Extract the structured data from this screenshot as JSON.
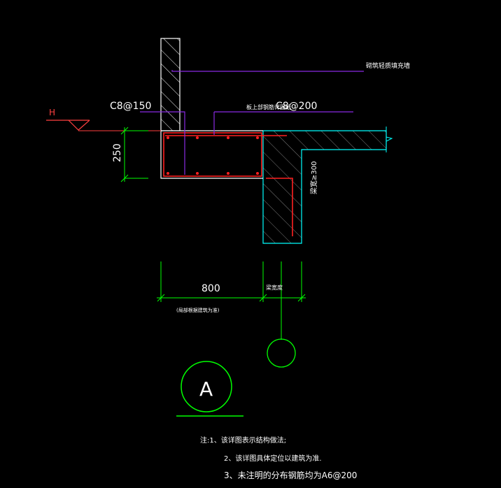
{
  "labels": {
    "wall_note": "砌筑轻质填充墙",
    "rebar_left": "C8@150",
    "rebar_top_prefix": "板上部钢筋详图纸",
    "rebar_top": "C8@200",
    "level_mark": "H",
    "height_dim": "250",
    "beam_side": "梁宽≥300",
    "width_dim": "800",
    "width_note": "(局部根据建筑为准)",
    "beam_width": "梁宽度",
    "section_letter": "A"
  },
  "notes": {
    "n1": "注:1、该详图表示结构做法;",
    "n2": "2、该详图具体定位以建筑为准.",
    "n3": "3、未注明的分布钢筋均为A6@200"
  },
  "colors": {
    "background": "#000000",
    "wall": "#ffffff",
    "rebar": "#ff2020",
    "leader": "#8a2be2",
    "dimension": "#00ff00",
    "beam": "#00ffff",
    "level": "#ff4040"
  }
}
